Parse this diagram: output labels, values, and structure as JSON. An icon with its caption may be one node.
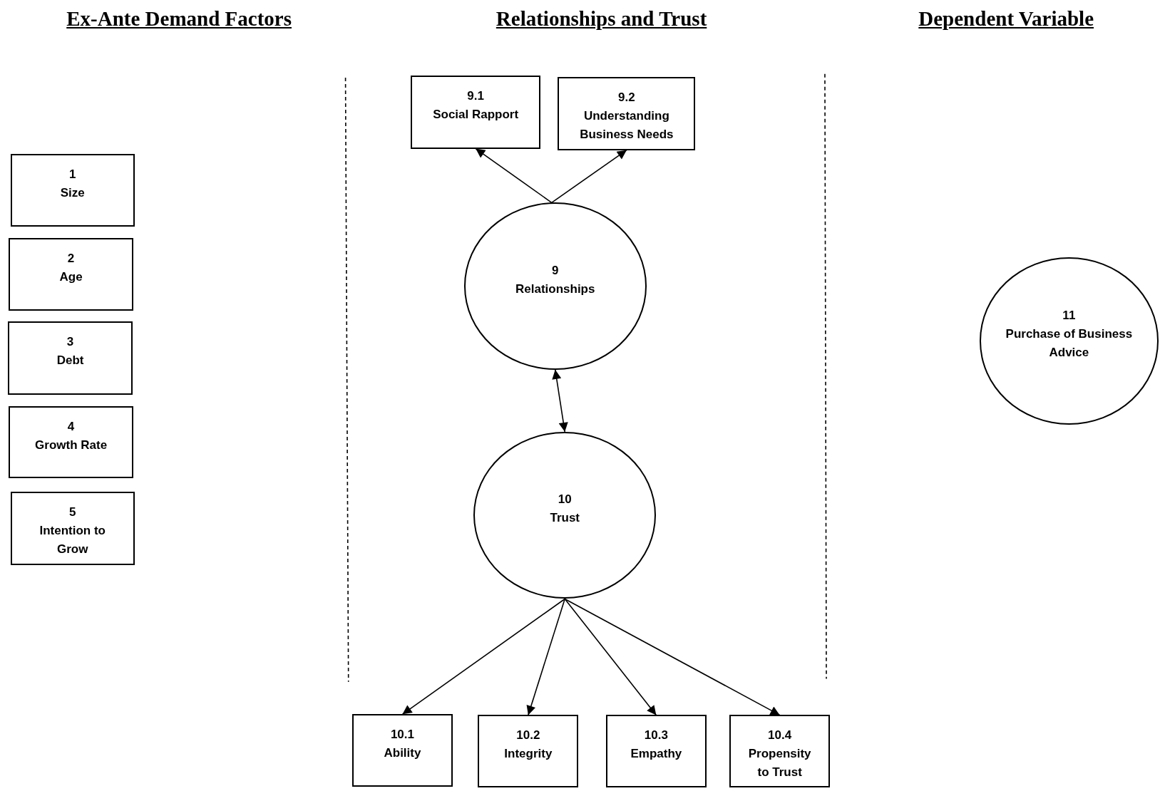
{
  "diagram": {
    "nodes": [
      {
        "text": [
          "1",
          "Size"
        ]
      },
      {
        "text": [
          "2",
          "Age"
        ]
      },
      {
        "text": [
          "3",
          "Debt"
        ]
      },
      {
        "text": [
          "4",
          "Growth Rate"
        ]
      },
      {
        "text": [
          "5",
          "Intention to Grow"
        ]
      },
      {
        "text": [
          "9.1",
          "Social Rapport"
        ]
      },
      {
        "text": [
          "9.2",
          "Understanding Business Needs"
        ]
      },
      {
        "text": [
          "9",
          "Relationships"
        ]
      },
      {
        "text": [
          "10",
          "Trust"
        ]
      },
      {
        "text": [
          "10.1",
          "Ability"
        ]
      },
      {
        "text": [
          "10.2",
          "Integrity"
        ]
      },
      {
        "text": [
          "10.3",
          "Empathy"
        ]
      },
      {
        "text": [
          "10.4",
          "Propensity to Trust"
        ]
      },
      {
        "text": [
          "11",
          "Purchase of Business Advice"
        ]
      }
    ],
    "edges": [
      {
        "from": 7,
        "to": 5,
        "arrow": "to"
      },
      {
        "from": 7,
        "to": 6,
        "arrow": "to"
      },
      {
        "from": 7,
        "to": 8,
        "arrow": "both"
      },
      {
        "from": 8,
        "to": 9,
        "arrow": "to"
      },
      {
        "from": 8,
        "to": 10,
        "arrow": "to"
      },
      {
        "from": 8,
        "to": 11,
        "arrow": "to"
      },
      {
        "from": 8,
        "to": 12,
        "arrow": "to"
      }
    ],
    "labels": [
      "Ex-Ante Demand Factors",
      "Relationships and Trust",
      "Dependent Variable"
    ]
  }
}
